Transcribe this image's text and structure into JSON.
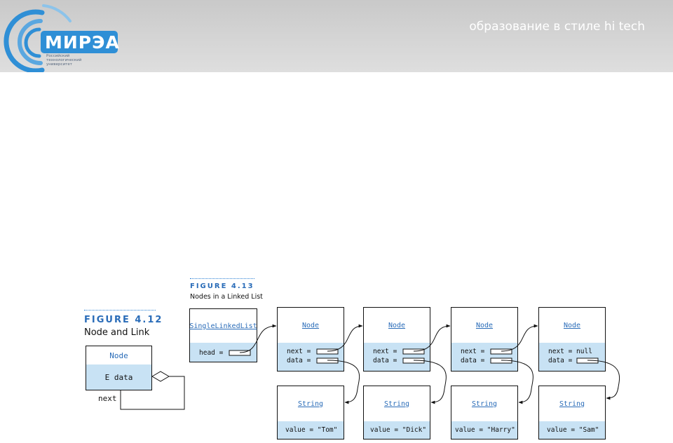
{
  "header": {
    "logo_text": "МИРЭА",
    "logo_sub": [
      "Российский",
      "технологический",
      "университет"
    ],
    "slogan": "образование в стиле hi tech"
  },
  "fig412": {
    "label": "FIGURE 4.12",
    "caption": "Node and Link",
    "class_name": "Node",
    "field": "E data",
    "link_label": "next"
  },
  "fig413": {
    "label": "FIGURE 4.13",
    "caption": "Nodes in a Linked List",
    "list": {
      "class_name": "SingleLinkedList",
      "field": "head ="
    },
    "nodes": [
      {
        "class_name": "Node",
        "next": "next =",
        "data": "data ="
      },
      {
        "class_name": "Node",
        "next": "next =",
        "data": "data ="
      },
      {
        "class_name": "Node",
        "next": "next =",
        "data": "data ="
      },
      {
        "class_name": "Node",
        "next": "next = null",
        "data": "data ="
      }
    ],
    "strings": [
      {
        "class_name": "String",
        "value": "value = \"Tom\""
      },
      {
        "class_name": "String",
        "value": "value = \"Dick\""
      },
      {
        "class_name": "String",
        "value": "value = \"Harry\""
      },
      {
        "class_name": "String",
        "value": "value = \"Sam\""
      }
    ]
  },
  "colors": {
    "accent": "#2a6cb8",
    "box_fill": "#c8e2f4",
    "logo_blue": "#2f8fd6"
  }
}
